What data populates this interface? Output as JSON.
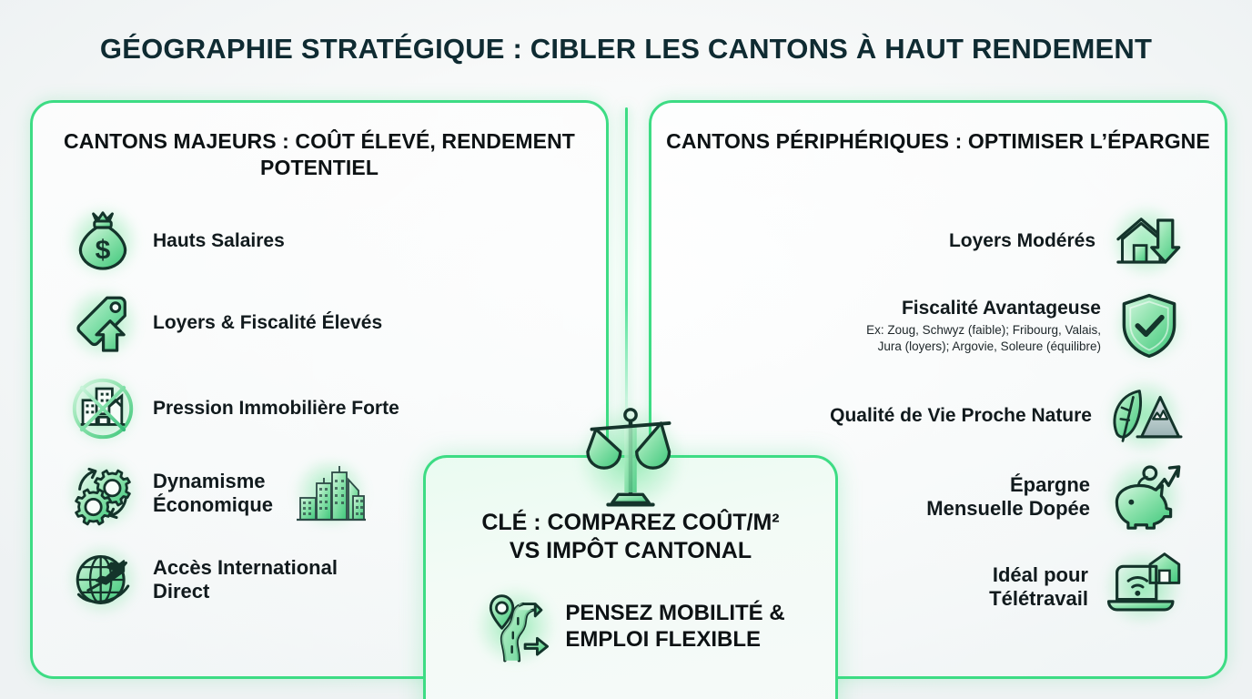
{
  "title": "GÉOGRAPHIE STRATÉGIQUE : CIBLER LES CANTONS À HAUT RENDEMENT",
  "theme": {
    "accent": "#3ddc84",
    "icon_dark": "#14342b",
    "icon_light": "#9fe8b8",
    "title_color": "#0f2b32",
    "background": "#eef2f3"
  },
  "left_panel": {
    "heading": "CANTONS MAJEURS :\nCOÛT ÉLEVÉ, RENDEMENT POTENTIEL",
    "items": [
      {
        "icon": "money-bag-icon",
        "label": "Hauts Salaires"
      },
      {
        "icon": "price-tag-up-arrow-icon",
        "label": "Loyers & Fiscalité Élevés"
      },
      {
        "icon": "no-housing-icon",
        "label": "Pression Immobilière Forte"
      },
      {
        "icon": "gears-icon",
        "label": "Dynamisme\nÉconomique",
        "trailing_icon": "city-skyline-icon"
      },
      {
        "icon": "globe-plane-icon",
        "label": "Accès International\nDirect"
      }
    ]
  },
  "right_panel": {
    "heading": "CANTONS PÉRIPHÉRIQUES :\nOPTIMISER L’ÉPARGNE",
    "items": [
      {
        "icon": "house-down-arrow-icon",
        "label": "Loyers Modérés"
      },
      {
        "icon": "shield-check-icon",
        "label": "Fiscalité Avantageuse",
        "sub": "Ex: Zoug, Schwyz (faible); Fribourg, Valais,\nJura (loyers); Argovie, Soleure (équilibre)"
      },
      {
        "icon": "leaf-mountain-icon",
        "label": "Qualité de Vie Proche Nature"
      },
      {
        "icon": "piggy-bank-growth-icon",
        "label": "Épargne\nMensuelle Dopée"
      },
      {
        "icon": "laptop-home-wifi-icon",
        "label": "Idéal pour\nTélétravail"
      }
    ]
  },
  "center_card": {
    "icon": "balance-scale-icon",
    "title": "CLÉ : COMPAREZ COÛT/M²\nVS IMPÔT CANTONAL",
    "sub_icon": "winding-road-pin-icon",
    "sub_text": "PENSEZ MOBILITÉ &\nEMPLOI FLEXIBLE"
  }
}
